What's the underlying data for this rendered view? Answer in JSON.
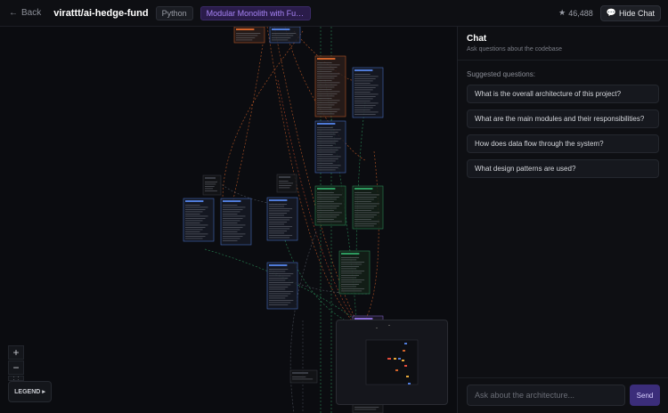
{
  "header": {
    "back_label": "Back",
    "repo_name": "virattt/ai-hedge-fund",
    "language_badge": "Python",
    "architecture_badge": "Modular Monolith with Full-Stack Web Interface",
    "star_count": "46,488",
    "hide_chat_label": "Hide Chat"
  },
  "canvas": {
    "legend_label": "LEGEND",
    "zoom_in": "+",
    "zoom_out": "−",
    "fit": "⛶"
  },
  "chat": {
    "title": "Chat",
    "subtitle": "Ask questions about the codebase",
    "suggested_label": "Suggested questions:",
    "suggestions": [
      "What is the overall architecture of this project?",
      "What are the main modules and their responsibilities?",
      "How does data flow through the system?",
      "What design patterns are used?"
    ],
    "input_placeholder": "Ask about the architecture...",
    "send_label": "Send"
  },
  "colors": {
    "accent": "#a783f5",
    "send_bg": "#3b2d7a",
    "edge_orange": "#d0622a",
    "edge_green": "#2d9a5f",
    "node_blue": "#3a66c9"
  }
}
